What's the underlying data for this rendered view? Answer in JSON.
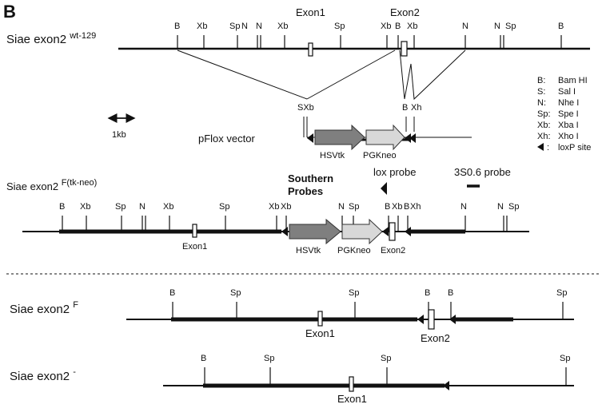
{
  "panel_label": "B",
  "wt": {
    "title": "Siae exon2",
    "title_sup": "wt-129",
    "exon1": "Exon1",
    "exon2": "Exon2",
    "sites": [
      "B",
      "Xb",
      "Sp",
      "N",
      "N",
      "Xb",
      "Sp",
      "Xb",
      "B",
      "Xb",
      "N",
      "N",
      "Sp",
      "B"
    ]
  },
  "scale": {
    "label": "1kb"
  },
  "vector": {
    "label": "pFlox vector",
    "site_sxb": "SXb",
    "site_b": "B",
    "site_xh": "Xh",
    "hsvtk": "HSVtk",
    "pgkneo": "PGKneo"
  },
  "legend": [
    {
      "key": "B:",
      "value": "Bam HI"
    },
    {
      "key": "S:",
      "value": "Sal I"
    },
    {
      "key": "N:",
      "value": "Nhe I"
    },
    {
      "key": "Sp:",
      "value": "Spe I"
    },
    {
      "key": "Xb:",
      "value": "Xba I"
    },
    {
      "key": "Xh:",
      "value": "Xho I"
    },
    {
      "key": ":",
      "value": "loxP site"
    }
  ],
  "probes": {
    "southern_line1": "Southern",
    "southern_line2": "Probes",
    "lox": "lox probe",
    "s306": "3S0.6 probe"
  },
  "tkneo": {
    "title": "Siae exon2",
    "title_sup": "F(tk-neo)",
    "sites": [
      "B",
      "Xb",
      "Sp",
      "N",
      "Xb",
      "Sp",
      "Xb",
      "Xb",
      "N",
      "Sp",
      "B",
      "Xb",
      "B",
      "Xh",
      "N",
      "N",
      "Sp"
    ],
    "exon1": "Exon1",
    "hsvtk": "HSVtk",
    "pgkneo": "PGKneo",
    "exon2": "Exon2"
  },
  "flox": {
    "title": "Siae exon2",
    "title_sup": "F",
    "sites": [
      "B",
      "Sp",
      "Sp",
      "B",
      "B",
      "Sp"
    ],
    "exon1": "Exon1",
    "exon2": "Exon2"
  },
  "null": {
    "title": "Siae exon2",
    "title_sup": "-",
    "sites": [
      "B",
      "Sp",
      "Sp",
      "Sp"
    ],
    "exon1": "Exon1"
  }
}
